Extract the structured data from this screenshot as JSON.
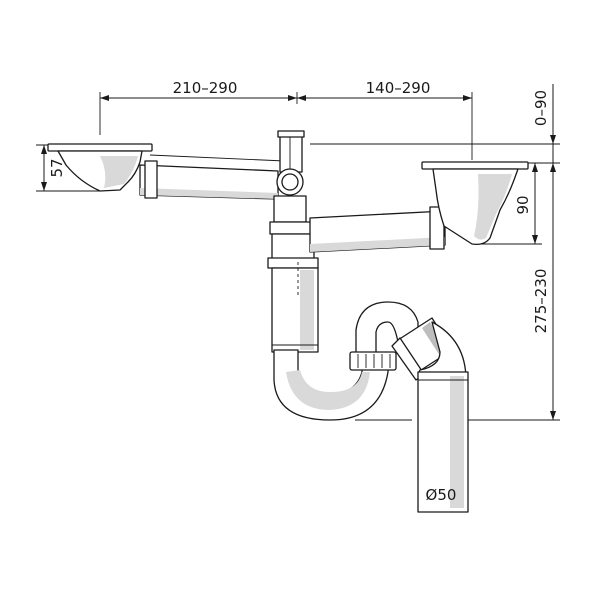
{
  "dimensions": {
    "left_span": "210–290",
    "right_span": "140–290",
    "height_offset": "0–90",
    "left_bowl_depth": "57",
    "right_bowl_depth": "90",
    "drop_height": "275–230",
    "outlet_diameter": "Ø50"
  }
}
